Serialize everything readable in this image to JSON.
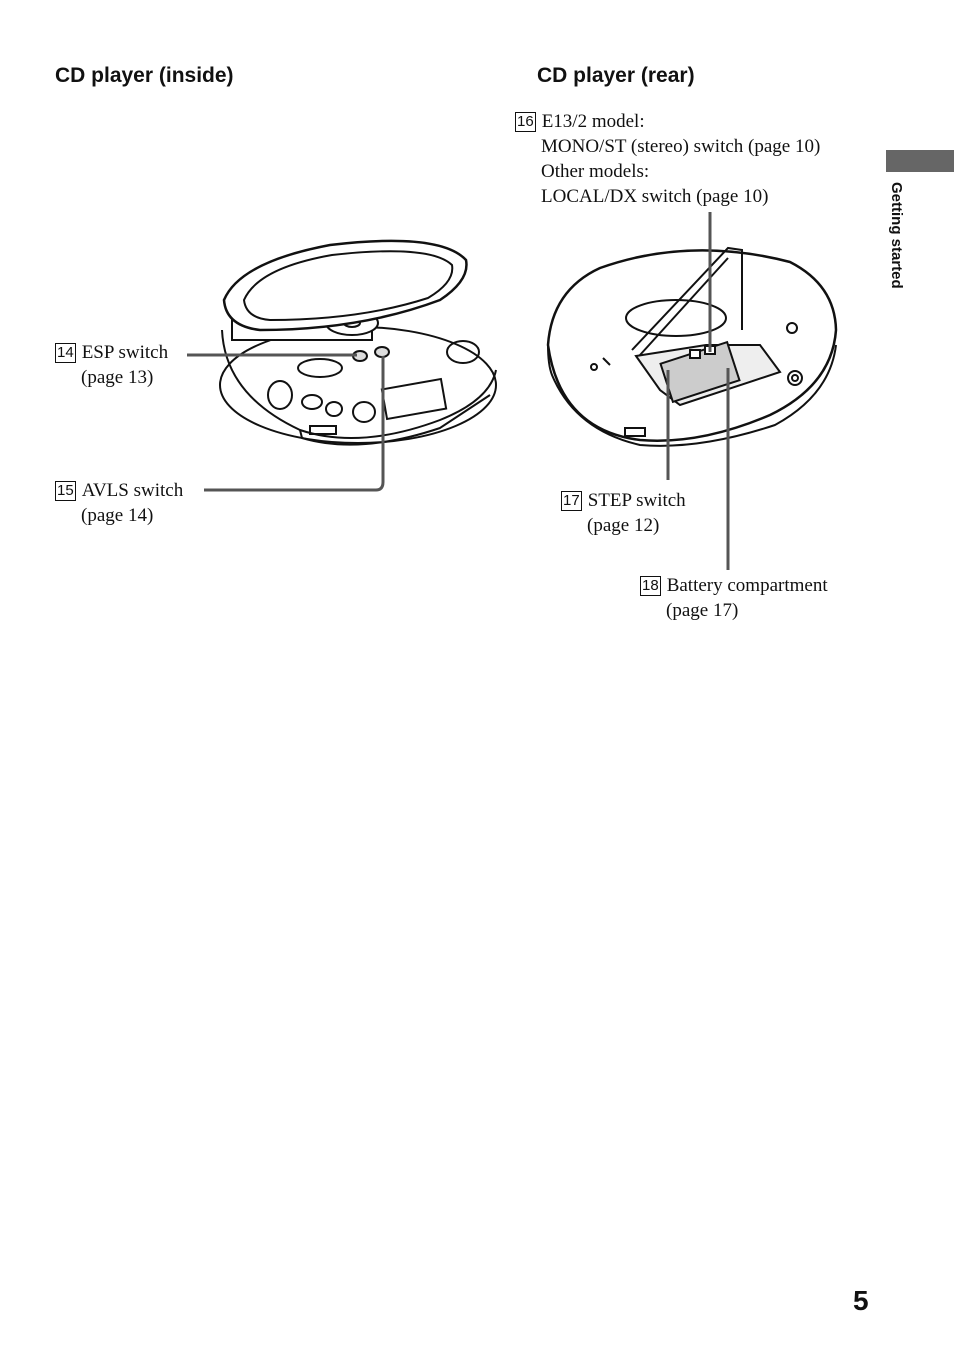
{
  "sections": {
    "inside_title": "CD player (inside)",
    "rear_title": "CD player (rear)"
  },
  "callouts": {
    "c14": {
      "num": "14",
      "line1": "ESP switch",
      "line2": "(page 13)"
    },
    "c15": {
      "num": "15",
      "line1": "AVLS switch",
      "line2": "(page 14)"
    },
    "c16": {
      "num": "16",
      "line1": "E13/2 model:",
      "line2": "MONO/ST (stereo) switch (page 10)",
      "line3": "Other models:",
      "line4": "LOCAL/DX switch (page 10)"
    },
    "c17": {
      "num": "17",
      "line1": "STEP switch",
      "line2": "(page 12)"
    },
    "c18": {
      "num": "18",
      "line1": "Battery compartment",
      "line2": "(page 17)"
    }
  },
  "side_tab_text": "Getting started",
  "page_number": "5"
}
